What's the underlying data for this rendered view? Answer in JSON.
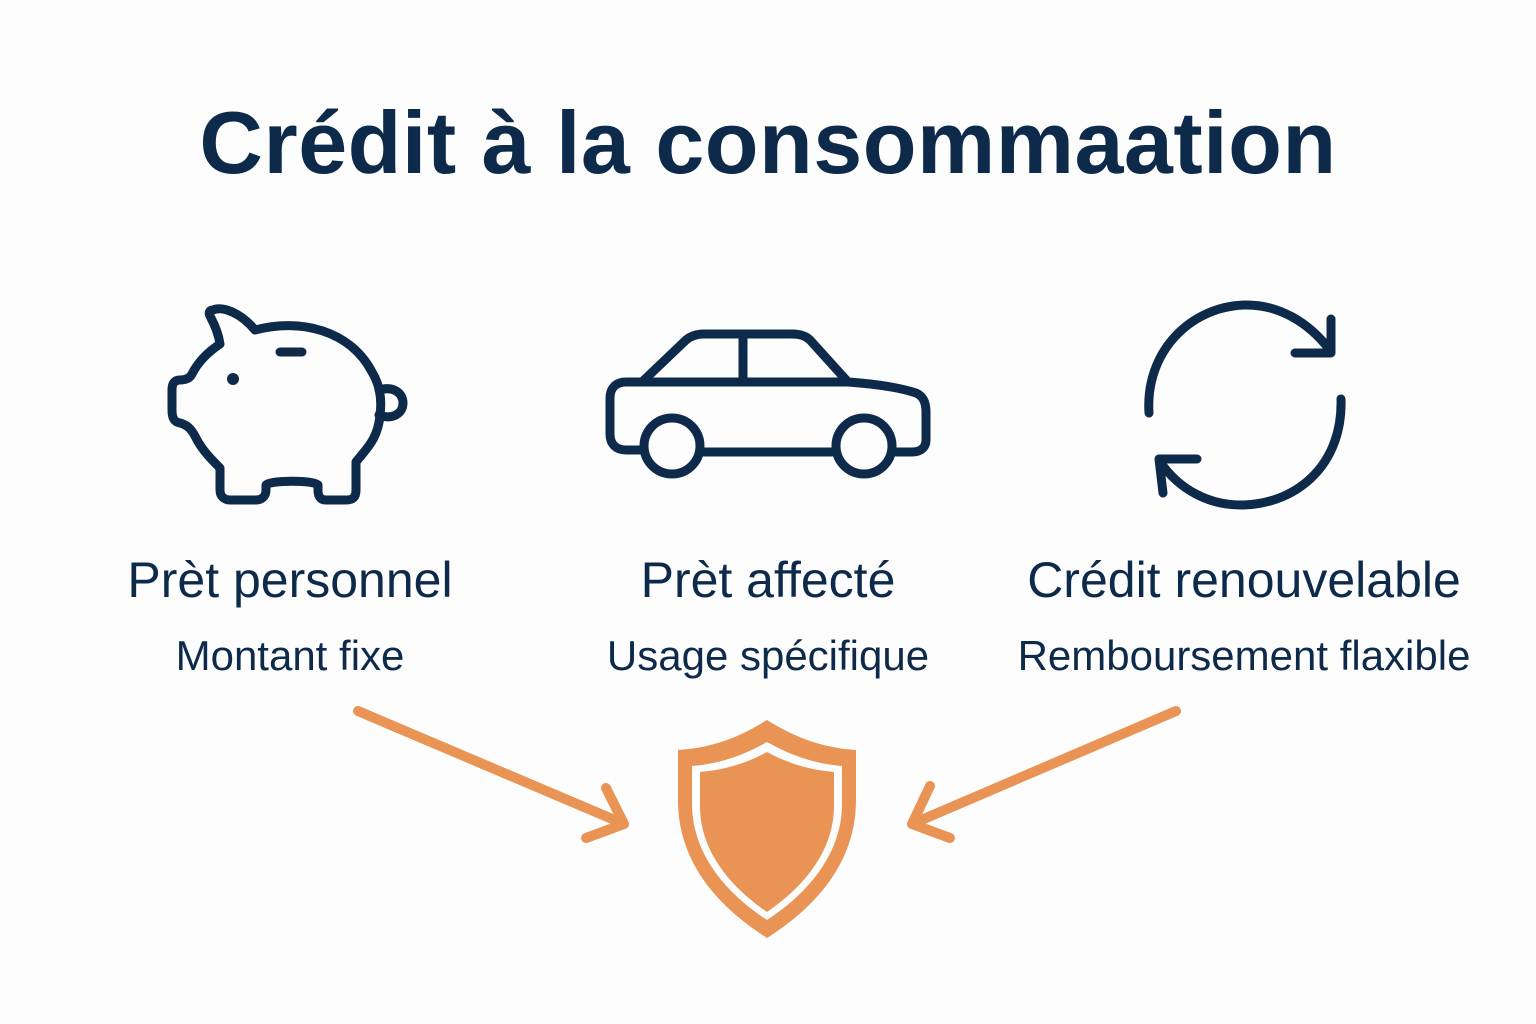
{
  "title": "Crédit à la consommaation",
  "colors": {
    "navy": "#0e2a4b",
    "orange": "#e99355",
    "background": "#fdfdfd"
  },
  "cards": [
    {
      "icon": "piggy-bank-icon",
      "label": "Prèt personnel",
      "sublabel": "Montant fixe"
    },
    {
      "icon": "car-icon",
      "label": "Prèt affecté",
      "sublabel": "Usage spécifique"
    },
    {
      "icon": "refresh-cycle-icon",
      "label": "Crédit renouvelable",
      "sublabel": "Remboursement flaxible"
    }
  ],
  "bottom": {
    "icon": "shield-icon",
    "arrows": [
      "arrow-left-to-shield",
      "arrow-right-to-shield"
    ]
  }
}
